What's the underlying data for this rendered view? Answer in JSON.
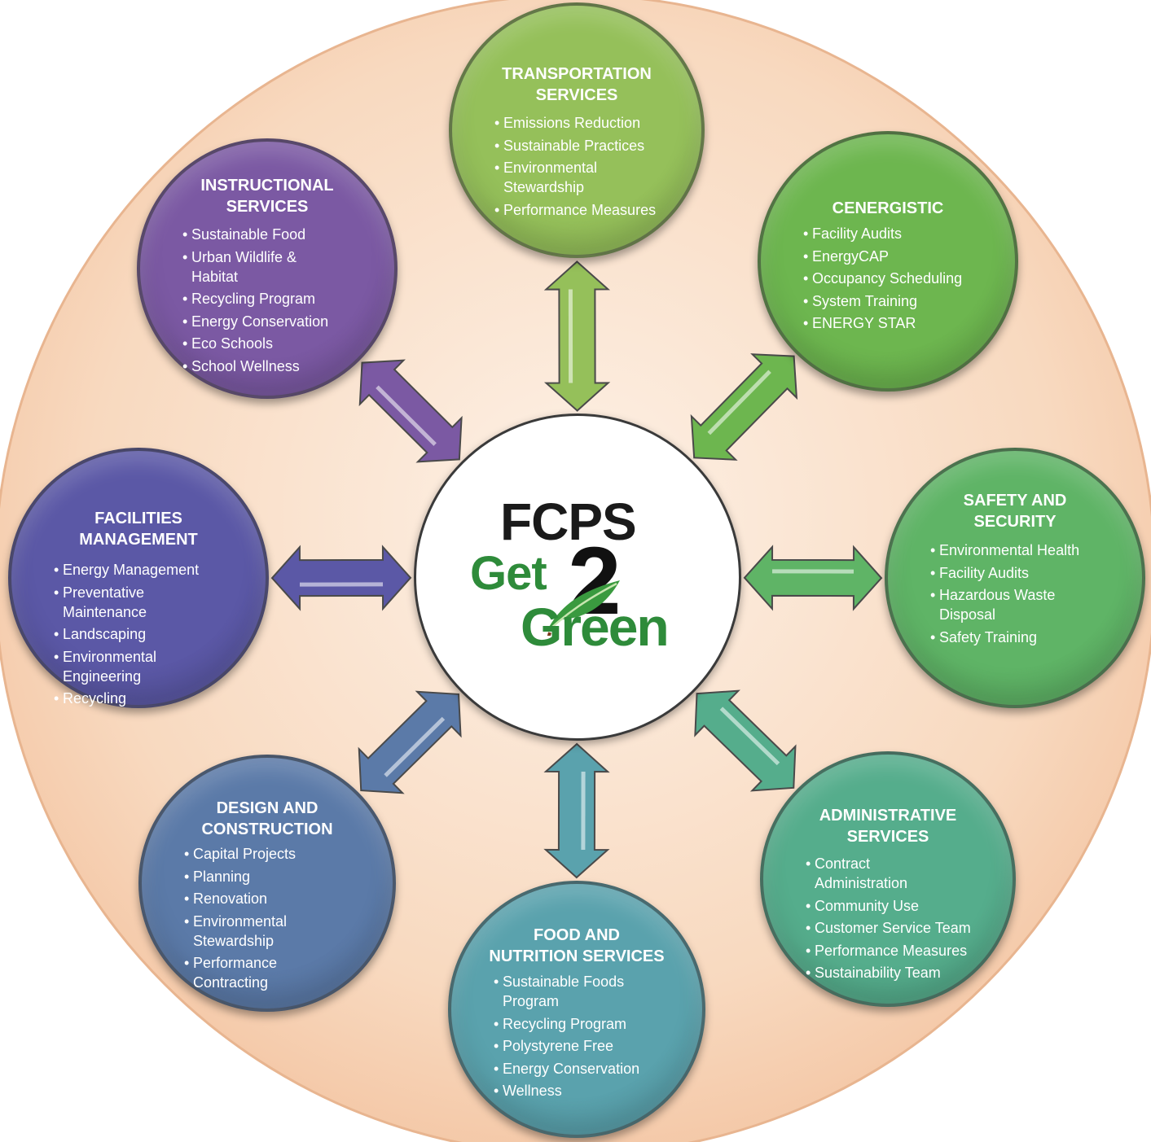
{
  "center": {
    "logo_line1": "FCPS",
    "logo_get": "Get",
    "logo_two": "2",
    "logo_green": "Green",
    "leaf_icon": "leaf-icon"
  },
  "nodes": [
    {
      "id": "transportation",
      "title": "TRANSPORTATION\nSERVICES",
      "color": "#95c05a",
      "items": [
        "Emissions Reduction",
        "Sustainable Practices",
        "Environmental\nStewardship",
        "Performance Measures"
      ]
    },
    {
      "id": "cenergistic",
      "title": "CENERGISTIC",
      "color": "#6db64f",
      "items": [
        "Facility Audits",
        "EnergyCAP",
        "Occupancy Scheduling",
        "System Training",
        "ENERGY STAR"
      ]
    },
    {
      "id": "safety",
      "title": "SAFETY AND\nSECURITY",
      "color": "#5fb466",
      "items": [
        "Environmental Health",
        "Facility Audits",
        "Hazardous Waste\nDisposal",
        "Safety Training"
      ]
    },
    {
      "id": "administrative",
      "title": "ADMINISTRATIVE\nSERVICES",
      "color": "#55ad8c",
      "items": [
        "Contract\nAdministration",
        "Community Use",
        "Customer Service Team",
        "Performance Measures",
        "Sustainability Team"
      ]
    },
    {
      "id": "food",
      "title": "FOOD AND\nNUTRITION SERVICES",
      "color": "#5aa2ad",
      "items": [
        "Sustainable Foods\nProgram",
        "Recycling Program",
        "Polystyrene Free",
        "Energy Conservation",
        "Wellness"
      ]
    },
    {
      "id": "design",
      "title": "DESIGN AND\nCONSTRUCTION",
      "color": "#5b7aa8",
      "items": [
        "Capital Projects",
        "Planning",
        "Renovation",
        "Environmental\nStewardship",
        "Performance\nContracting"
      ]
    },
    {
      "id": "facilities",
      "title": "FACILITIES\nMANAGEMENT",
      "color": "#5b58a6",
      "items": [
        "Energy Management",
        "Preventative\nMaintenance",
        "Landscaping",
        "Environmental\nEngineering",
        "Recycling"
      ]
    },
    {
      "id": "instructional",
      "title": "INSTRUCTIONAL\nSERVICES",
      "color": "#7b59a3",
      "items": [
        "Sustainable Food",
        "Urban Wildlife &\nHabitat",
        "Recycling Program",
        "Energy Conservation",
        "Eco Schools",
        "School Wellness"
      ]
    }
  ]
}
